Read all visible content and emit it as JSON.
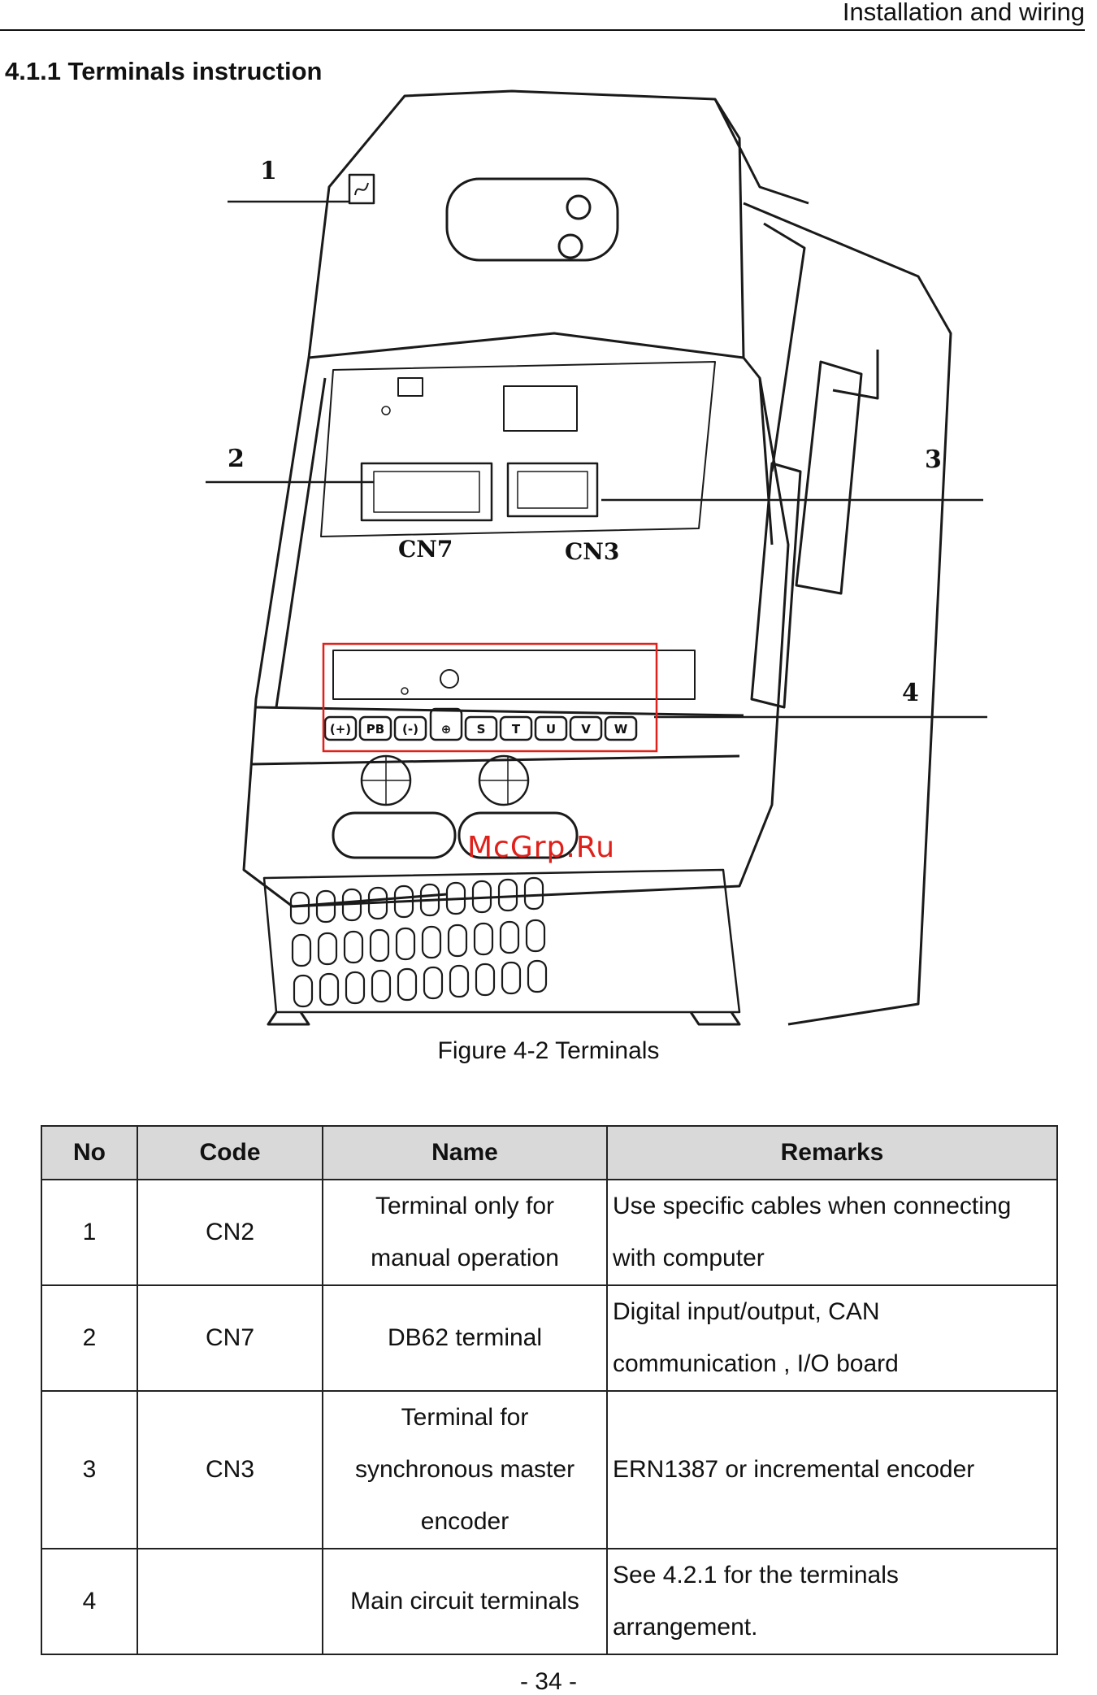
{
  "header": {
    "running_title": "Installation and wiring"
  },
  "section": {
    "title": "4.1.1 Terminals instruction"
  },
  "figure": {
    "caption": "Figure 4-2 Terminals",
    "callouts": [
      "1",
      "2",
      "3",
      "4"
    ],
    "connector_labels": [
      "CN7",
      "CN3"
    ],
    "terminal_labels": [
      "(+)",
      "PB",
      "(-)",
      "⊕",
      "S",
      "T",
      "U",
      "V",
      "W"
    ],
    "highlight_color": "#e0201a",
    "watermark": "McGrp.Ru"
  },
  "table": {
    "headers": [
      "No",
      "Code",
      "Name",
      "Remarks"
    ],
    "rows": [
      {
        "no": "1",
        "code": "CN2",
        "name": [
          "Terminal only for",
          "manual operation"
        ],
        "remarks": [
          "Use specific cables when connecting",
          "with computer"
        ]
      },
      {
        "no": "2",
        "code": "CN7",
        "name": [
          "DB62 terminal"
        ],
        "remarks": [
          "Digital input/output, CAN",
          "communication , I/O board"
        ]
      },
      {
        "no": "3",
        "code": "CN3",
        "name": [
          "Terminal for",
          "synchronous master",
          "encoder"
        ],
        "remarks": [
          "ERN1387 or incremental encoder"
        ]
      },
      {
        "no": "4",
        "code": "",
        "name": [
          "Main circuit terminals"
        ],
        "remarks": [
          "See 4.2.1 for the terminals",
          "arrangement."
        ]
      }
    ]
  },
  "footer": {
    "page_number": "- 34 -"
  }
}
